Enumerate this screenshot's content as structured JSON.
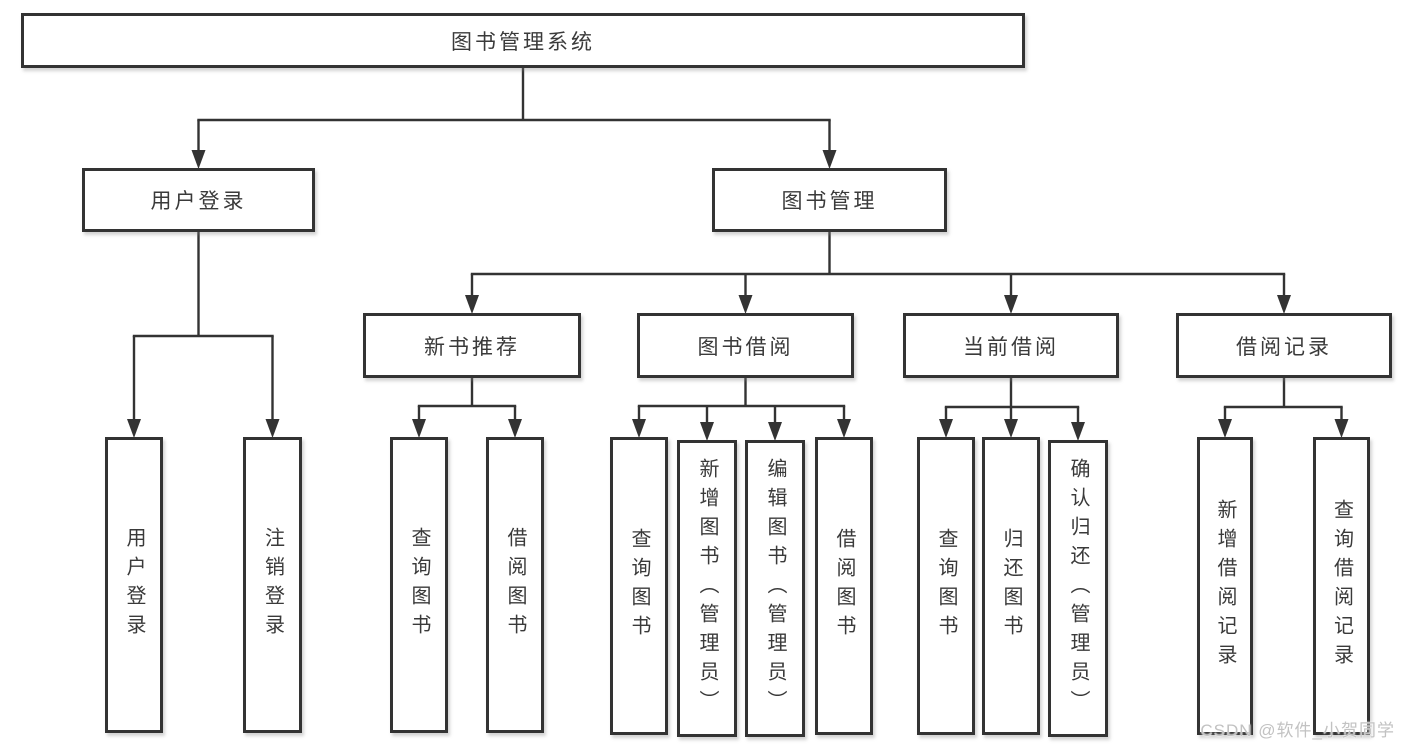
{
  "diagram": {
    "title": "图书管理系统",
    "nodes": {
      "root": {
        "label": "图书管理系统",
        "orientation": "horizontal"
      },
      "user-login": {
        "label": "用户登录",
        "orientation": "horizontal"
      },
      "book-mgmt": {
        "label": "图书管理",
        "orientation": "horizontal"
      },
      "new-book-rec": {
        "label": "新书推荐",
        "orientation": "horizontal"
      },
      "book-borrow": {
        "label": "图书借阅",
        "orientation": "horizontal"
      },
      "current-borrow": {
        "label": "当前借阅",
        "orientation": "horizontal"
      },
      "borrow-records": {
        "label": "借阅记录",
        "orientation": "horizontal"
      },
      "login-action": {
        "label": "用户登录",
        "orientation": "vertical"
      },
      "logout-action": {
        "label": "注销登录",
        "orientation": "vertical"
      },
      "nb-query": {
        "label": "查询图书",
        "orientation": "vertical"
      },
      "nb-borrow": {
        "label": "借阅图书",
        "orientation": "vertical"
      },
      "bb-query": {
        "label": "查询图书",
        "orientation": "vertical"
      },
      "bb-add": {
        "label": "新增图书（管理员）",
        "orientation": "vertical"
      },
      "bb-edit": {
        "label": "编辑图书（管理员）",
        "orientation": "vertical"
      },
      "bb-borrow": {
        "label": "借阅图书",
        "orientation": "vertical"
      },
      "cb-query": {
        "label": "查询图书",
        "orientation": "vertical"
      },
      "cb-return": {
        "label": "归还图书",
        "orientation": "vertical"
      },
      "cb-confirm": {
        "label": "确认归还（管理员）",
        "orientation": "vertical"
      },
      "br-add": {
        "label": "新增借阅记录",
        "orientation": "vertical"
      },
      "br-query": {
        "label": "查询借阅记录",
        "orientation": "vertical"
      }
    },
    "edges": [
      {
        "from": "root",
        "to": [
          "user-login",
          "book-mgmt"
        ]
      },
      {
        "from": "user-login",
        "to": [
          "login-action",
          "logout-action"
        ]
      },
      {
        "from": "book-mgmt",
        "to": [
          "new-book-rec",
          "book-borrow",
          "current-borrow",
          "borrow-records"
        ]
      },
      {
        "from": "new-book-rec",
        "to": [
          "nb-query",
          "nb-borrow"
        ]
      },
      {
        "from": "book-borrow",
        "to": [
          "bb-query",
          "bb-add",
          "bb-edit",
          "bb-borrow"
        ]
      },
      {
        "from": "current-borrow",
        "to": [
          "cb-query",
          "cb-return",
          "cb-confirm"
        ]
      },
      {
        "from": "borrow-records",
        "to": [
          "br-add",
          "br-query"
        ]
      }
    ]
  },
  "watermark": {
    "text": "CSDN @软件_小贺同学"
  },
  "colors": {
    "line": "#333333",
    "box_border": "#333333",
    "text": "#3a3a3a",
    "background": "#ffffff",
    "watermark": "#c2c2c2"
  }
}
